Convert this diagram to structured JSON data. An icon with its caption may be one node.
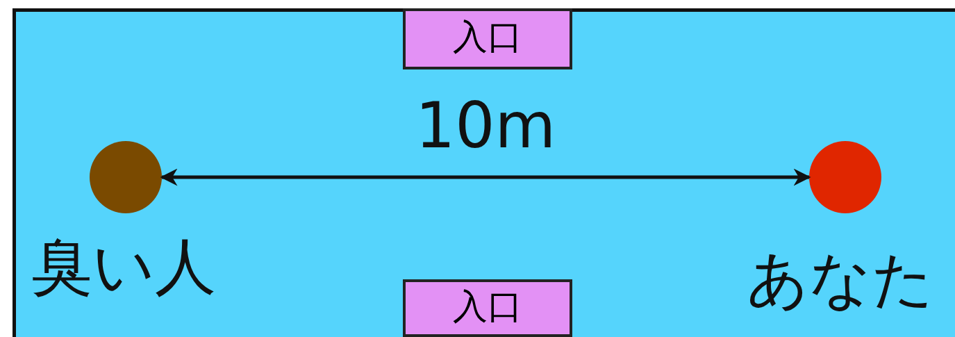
{
  "diagram": {
    "nodes": [
      {
        "text": [
          "入口"
        ]
      },
      {
        "text": [],
        "shape": "circle",
        "beside": [
          "臭い人"
        ]
      },
      {
        "text": [],
        "shape": "circle",
        "beside": [
          "あなた"
        ]
      },
      {
        "text": [
          "入口"
        ]
      }
    ],
    "edges": [
      {
        "from": 1,
        "to": 2,
        "arrow": "both",
        "label": "10m"
      }
    ]
  }
}
